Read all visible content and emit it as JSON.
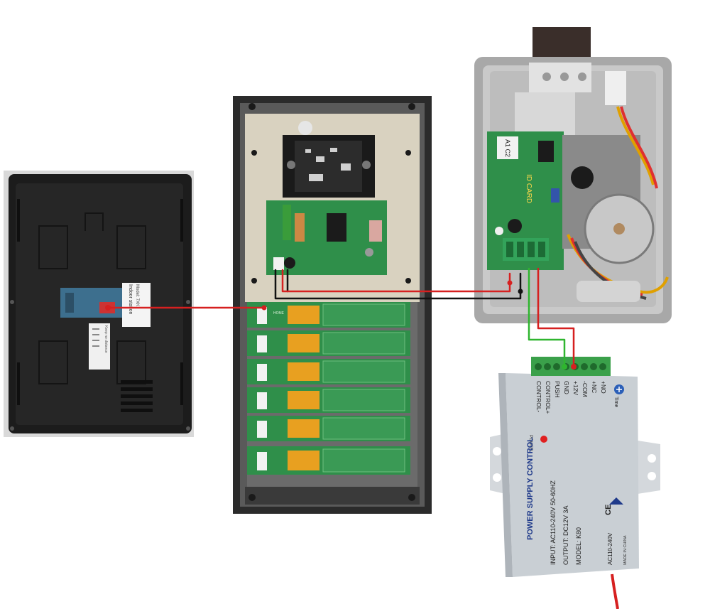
{
  "monitor": {
    "sticker_title": "Indoor station",
    "sticker_model": "Model: 7XK",
    "sticker_note": "Keep no distance"
  },
  "outdoor_unit": {
    "module_label": "HOME",
    "slot_count": 6
  },
  "lock": {
    "board_label": "ID CARD",
    "board_chip": "A1 C2"
  },
  "power_supply": {
    "terminals": [
      "CONTROL-",
      "CONTROL+",
      "PUSH",
      "GND",
      "+12V",
      "-COM",
      "+NC",
      "+NO"
    ],
    "time_label": "Time",
    "power_led_label": "POWER",
    "title": "POWER SUPPLY CONTROL",
    "input": "INPUT: AC110-240V  50-60HZ",
    "output": "OUTPUT:  DC12V  3A",
    "model": "MODEL:  K80",
    "voltage": "AC110-240V",
    "made_in": "MADE IN CHINA",
    "ce": "CE"
  },
  "colors": {
    "wire_red": "#d62020",
    "wire_black": "#111111",
    "wire_green": "#2fb52f",
    "pcb_green": "#2f8f4a",
    "relay_orange": "#e8a020"
  }
}
